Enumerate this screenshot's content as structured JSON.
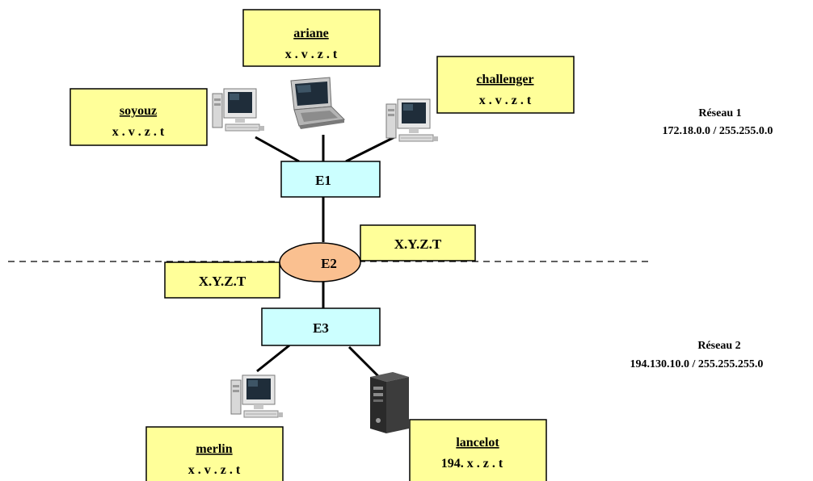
{
  "colors": {
    "host_box": "#ffff99",
    "switch_box": "#ccffff",
    "router": "#fac090",
    "border": "#000000",
    "screen": "#1f2d3a"
  },
  "hosts": {
    "ariane": {
      "name": "ariane",
      "address": "x . v . z . t"
    },
    "challenger": {
      "name": "challenger",
      "address": "x . v . z . t"
    },
    "soyouz": {
      "name": "soyouz",
      "address": "x . v . z . t"
    },
    "merlin": {
      "name": "merlin",
      "address": "x . v . z . t"
    },
    "lancelot": {
      "name": "lancelot",
      "address": "194. x . z . t"
    }
  },
  "devices": {
    "e1": "E1",
    "e2": "E2",
    "e3": "E3"
  },
  "router_interfaces": {
    "top": "X.Y.Z.T",
    "bottom": "X.Y.Z.T"
  },
  "networks": {
    "reseau1": {
      "name": "Réseau 1",
      "address": "172.18.0.0 / 255.255.0.0"
    },
    "reseau2": {
      "name": "Réseau 2",
      "address": "194.130.10.0 / 255.255.255.0"
    }
  },
  "icons": {
    "ariane": "laptop-icon",
    "challenger": "desktop-computer-icon",
    "soyouz": "desktop-computer-icon",
    "merlin": "desktop-computer-icon",
    "lancelot": "tower-server-icon"
  }
}
